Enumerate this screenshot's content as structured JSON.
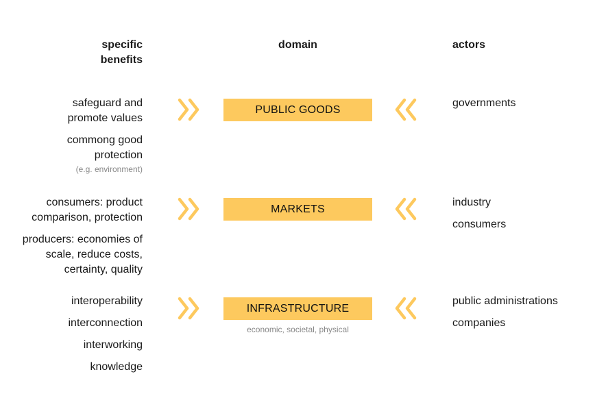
{
  "headers": {
    "benefits": "specific benefits",
    "benefits_line1": "specific",
    "benefits_line2": "benefits",
    "domain": "domain",
    "actors": "actors"
  },
  "colors": {
    "box_fill": "#fdc95e",
    "chevron": "#fdc95e",
    "text": "#1a1a1a",
    "note": "#888888"
  },
  "rows": [
    {
      "domain": "PUBLIC GOODS",
      "domain_note": "",
      "benefits": [
        {
          "text": "safeguard and promote values",
          "lines": [
            "safeguard and",
            "promote values"
          ]
        },
        {
          "text": "commong good protection",
          "lines": [
            "commong good",
            "protection"
          ],
          "note": "(e.g. environment)"
        }
      ],
      "actors": [
        "governments"
      ]
    },
    {
      "domain": "MARKETS",
      "domain_note": "",
      "benefits": [
        {
          "text": "consumers: product comparison, protection",
          "lines": [
            "consumers: product",
            "comparison, protection"
          ]
        },
        {
          "text": "producers: economies of scale, reduce costs, certainty, quality",
          "lines": [
            "producers: economies of",
            "scale, reduce costs,",
            "certainty, quality"
          ]
        }
      ],
      "actors": [
        "industry",
        "consumers"
      ]
    },
    {
      "domain": "INFRASTRUCTURE",
      "domain_note": "economic, societal, physical",
      "benefits": [
        {
          "text": "interoperability",
          "lines": [
            "interoperability"
          ]
        },
        {
          "text": "interconnection",
          "lines": [
            "interconnection"
          ]
        },
        {
          "text": "interworking",
          "lines": [
            "interworking"
          ]
        },
        {
          "text": "knowledge",
          "lines": [
            "knowledge"
          ]
        }
      ],
      "actors": [
        "public administrations",
        "companies"
      ]
    }
  ],
  "icons": {
    "right_chevron": "double-chevron-right-icon",
    "left_chevron": "double-chevron-left-icon"
  }
}
